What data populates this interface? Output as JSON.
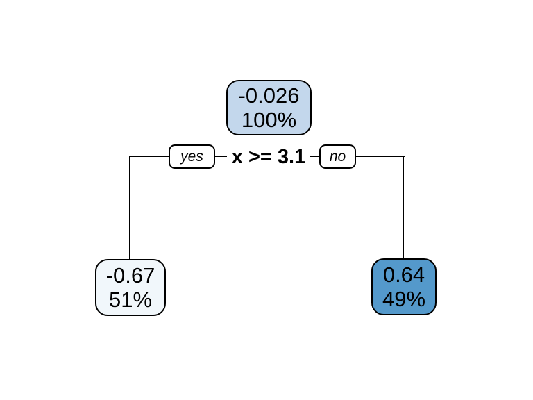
{
  "figure": {
    "type": "decision-tree",
    "background": "#ffffff",
    "line_color": "#000000",
    "node_border_color": "#000000",
    "text_color": "#000000"
  },
  "tree": {
    "root": {
      "value": "-0.026",
      "percent": "100%",
      "fill": "#c3d7ec"
    },
    "split": {
      "condition": "x >= 3.1",
      "yes_label": "yes",
      "no_label": "no"
    },
    "left_leaf": {
      "value": "-0.67",
      "percent": "51%",
      "fill": "#f1f7fb"
    },
    "right_leaf": {
      "value": "0.64",
      "percent": "49%",
      "fill": "#5499cb"
    }
  }
}
